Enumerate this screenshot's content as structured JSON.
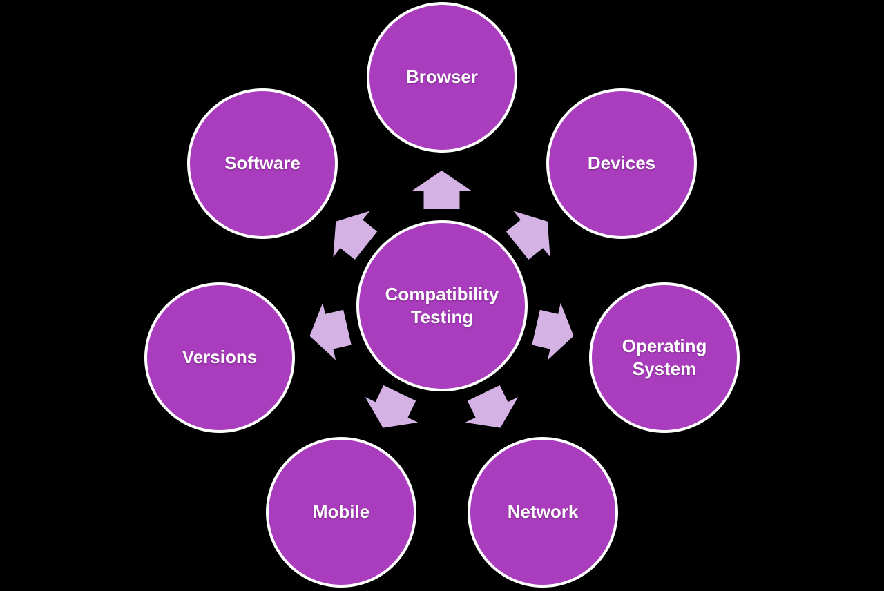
{
  "diagram": {
    "type": "radial-cycle",
    "center_node": {
      "label": "Compatibility Testing"
    },
    "satellite_nodes": [
      {
        "id": "browser",
        "label": "Browser"
      },
      {
        "id": "devices",
        "label": "Devices"
      },
      {
        "id": "operating-system",
        "label": "Operating System"
      },
      {
        "id": "network",
        "label": "Network"
      },
      {
        "id": "mobile",
        "label": "Mobile"
      },
      {
        "id": "versions",
        "label": "Versions"
      },
      {
        "id": "software",
        "label": "Software"
      }
    ],
    "colors": {
      "background": "#000000",
      "node_fill": "#aa3cbe",
      "node_border": "#ffffff",
      "arrow_fill": "#d4b2e4",
      "text": "#ffffff"
    }
  }
}
